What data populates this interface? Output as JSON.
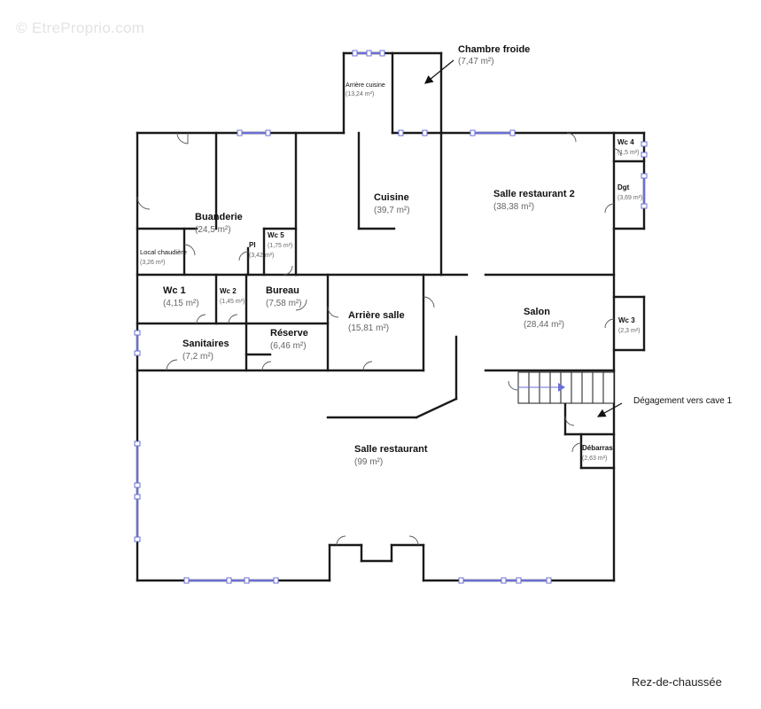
{
  "watermark": "© EtreProprio.com",
  "caption": "Rez-de-chaussée",
  "rooms": [
    {
      "id": "chambre-froide",
      "name": "Chambre froide",
      "area": "(7,47 m²)"
    },
    {
      "id": "arriere-cuisine",
      "name": "Arrière cuisine",
      "area": "(13,24 m²)"
    },
    {
      "id": "cuisine",
      "name": "Cuisine",
      "area": "(39,7 m²)"
    },
    {
      "id": "salle-restaurant-2",
      "name": "Salle restaurant 2",
      "area": "(38,38 m²)"
    },
    {
      "id": "wc4",
      "name": "Wc 4",
      "area": "(1,5 m²)"
    },
    {
      "id": "dgt",
      "name": "Dgt",
      "area": "(3,69 m²)"
    },
    {
      "id": "buanderie",
      "name": "Buanderie",
      "area": "(24,5 m²)"
    },
    {
      "id": "wc5",
      "name": "Wc 5",
      "area": "(1,75 m²)"
    },
    {
      "id": "pl",
      "name": "Pl",
      "area": "(3,42 m²)"
    },
    {
      "id": "local-chaudiere",
      "name": "Local chaudière",
      "area": "(3,26 m²)"
    },
    {
      "id": "wc1",
      "name": "Wc 1",
      "area": "(4,15 m²)"
    },
    {
      "id": "wc2",
      "name": "Wc 2",
      "area": "(1,45 m²)"
    },
    {
      "id": "bureau",
      "name": "Bureau",
      "area": "(7,58 m²)"
    },
    {
      "id": "arriere-salle",
      "name": "Arrière salle",
      "area": "(15,81 m²)"
    },
    {
      "id": "salon",
      "name": "Salon",
      "area": "(28,44 m²)"
    },
    {
      "id": "wc3",
      "name": "Wc 3",
      "area": "(2,3 m²)"
    },
    {
      "id": "sanitaires",
      "name": "Sanitaires",
      "area": "(7,2 m²)"
    },
    {
      "id": "reserve",
      "name": "Réserve",
      "area": "(6,46 m²)"
    },
    {
      "id": "debarras",
      "name": "Débarras",
      "area": "(2,63 m²)"
    },
    {
      "id": "salle-restaurant",
      "name": "Salle restaurant",
      "area": "(99 m²)"
    }
  ],
  "annotations": {
    "degagement": "Dégagement vers cave 1"
  },
  "colors": {
    "wall": "#1a1a1a",
    "window": "#6b6fd6",
    "area_text": "#666666"
  }
}
